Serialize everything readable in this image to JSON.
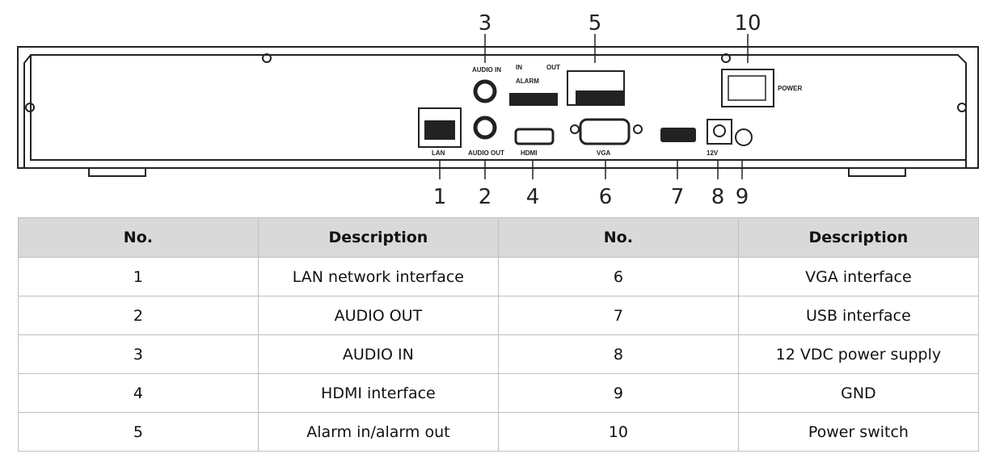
{
  "diagram": {
    "callouts": [
      "1",
      "2",
      "3",
      "4",
      "5",
      "6",
      "7",
      "8",
      "9",
      "10"
    ],
    "port_labels": {
      "lan": "LAN",
      "audio_out": "AUDIO OUT",
      "audio_in": "AUDIO IN",
      "hdmi": "HDMI",
      "vga": "VGA",
      "v12": "12V",
      "power": "POWER",
      "alarm": "ALARM",
      "alarm_in": "IN",
      "alarm_out": "OUT"
    }
  },
  "table": {
    "headers": [
      "No.",
      "Description",
      "No.",
      "Description"
    ],
    "rows": [
      [
        "1",
        "LAN network interface",
        "6",
        "VGA interface"
      ],
      [
        "2",
        "AUDIO OUT",
        "7",
        "USB interface"
      ],
      [
        "3",
        "AUDIO IN",
        "8",
        "12 VDC power supply"
      ],
      [
        "4",
        "HDMI interface",
        "9",
        "GND"
      ],
      [
        "5",
        "Alarm in/alarm out",
        "10",
        "Power switch"
      ]
    ]
  }
}
